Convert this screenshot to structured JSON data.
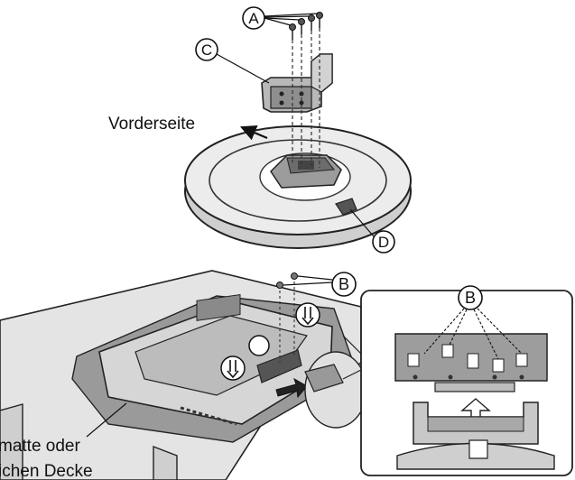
{
  "labels": {
    "front_side": "Vorderseite",
    "mat_line1": "matte oder",
    "mat_line2": "ichen Decke"
  },
  "callouts": {
    "A": "A",
    "B_main": "B",
    "B_inset": "B",
    "C": "C",
    "D": "D"
  }
}
